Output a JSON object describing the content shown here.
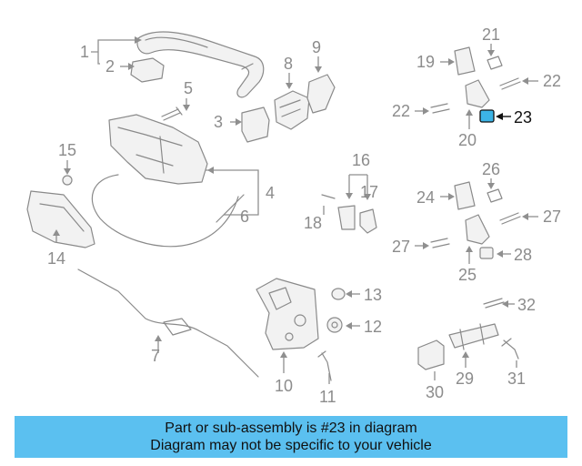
{
  "labels": {
    "p1": "1",
    "p2": "2",
    "p3": "3",
    "p4": "4",
    "p5": "5",
    "p6": "6",
    "p7": "7",
    "p8": "8",
    "p9": "9",
    "p10": "10",
    "p11": "11",
    "p12": "12",
    "p13": "13",
    "p14": "14",
    "p15": "15",
    "p16": "16",
    "p17": "17",
    "p18": "18",
    "p19": "19",
    "p20": "20",
    "p21": "21",
    "p22a": "22",
    "p22b": "22",
    "p23": "23",
    "p24": "24",
    "p25": "25",
    "p26": "26",
    "p27a": "27",
    "p27b": "27",
    "p28": "28",
    "p29": "29",
    "p30": "30",
    "p31": "31",
    "p32": "32"
  },
  "highlight": {
    "part": "23",
    "color": "#3cb4e6"
  },
  "banner": {
    "line1": "Part or sub-assembly is #23 in diagram",
    "line2": "Diagram may not be specific to your vehicle",
    "color": "#5bc0f0"
  }
}
